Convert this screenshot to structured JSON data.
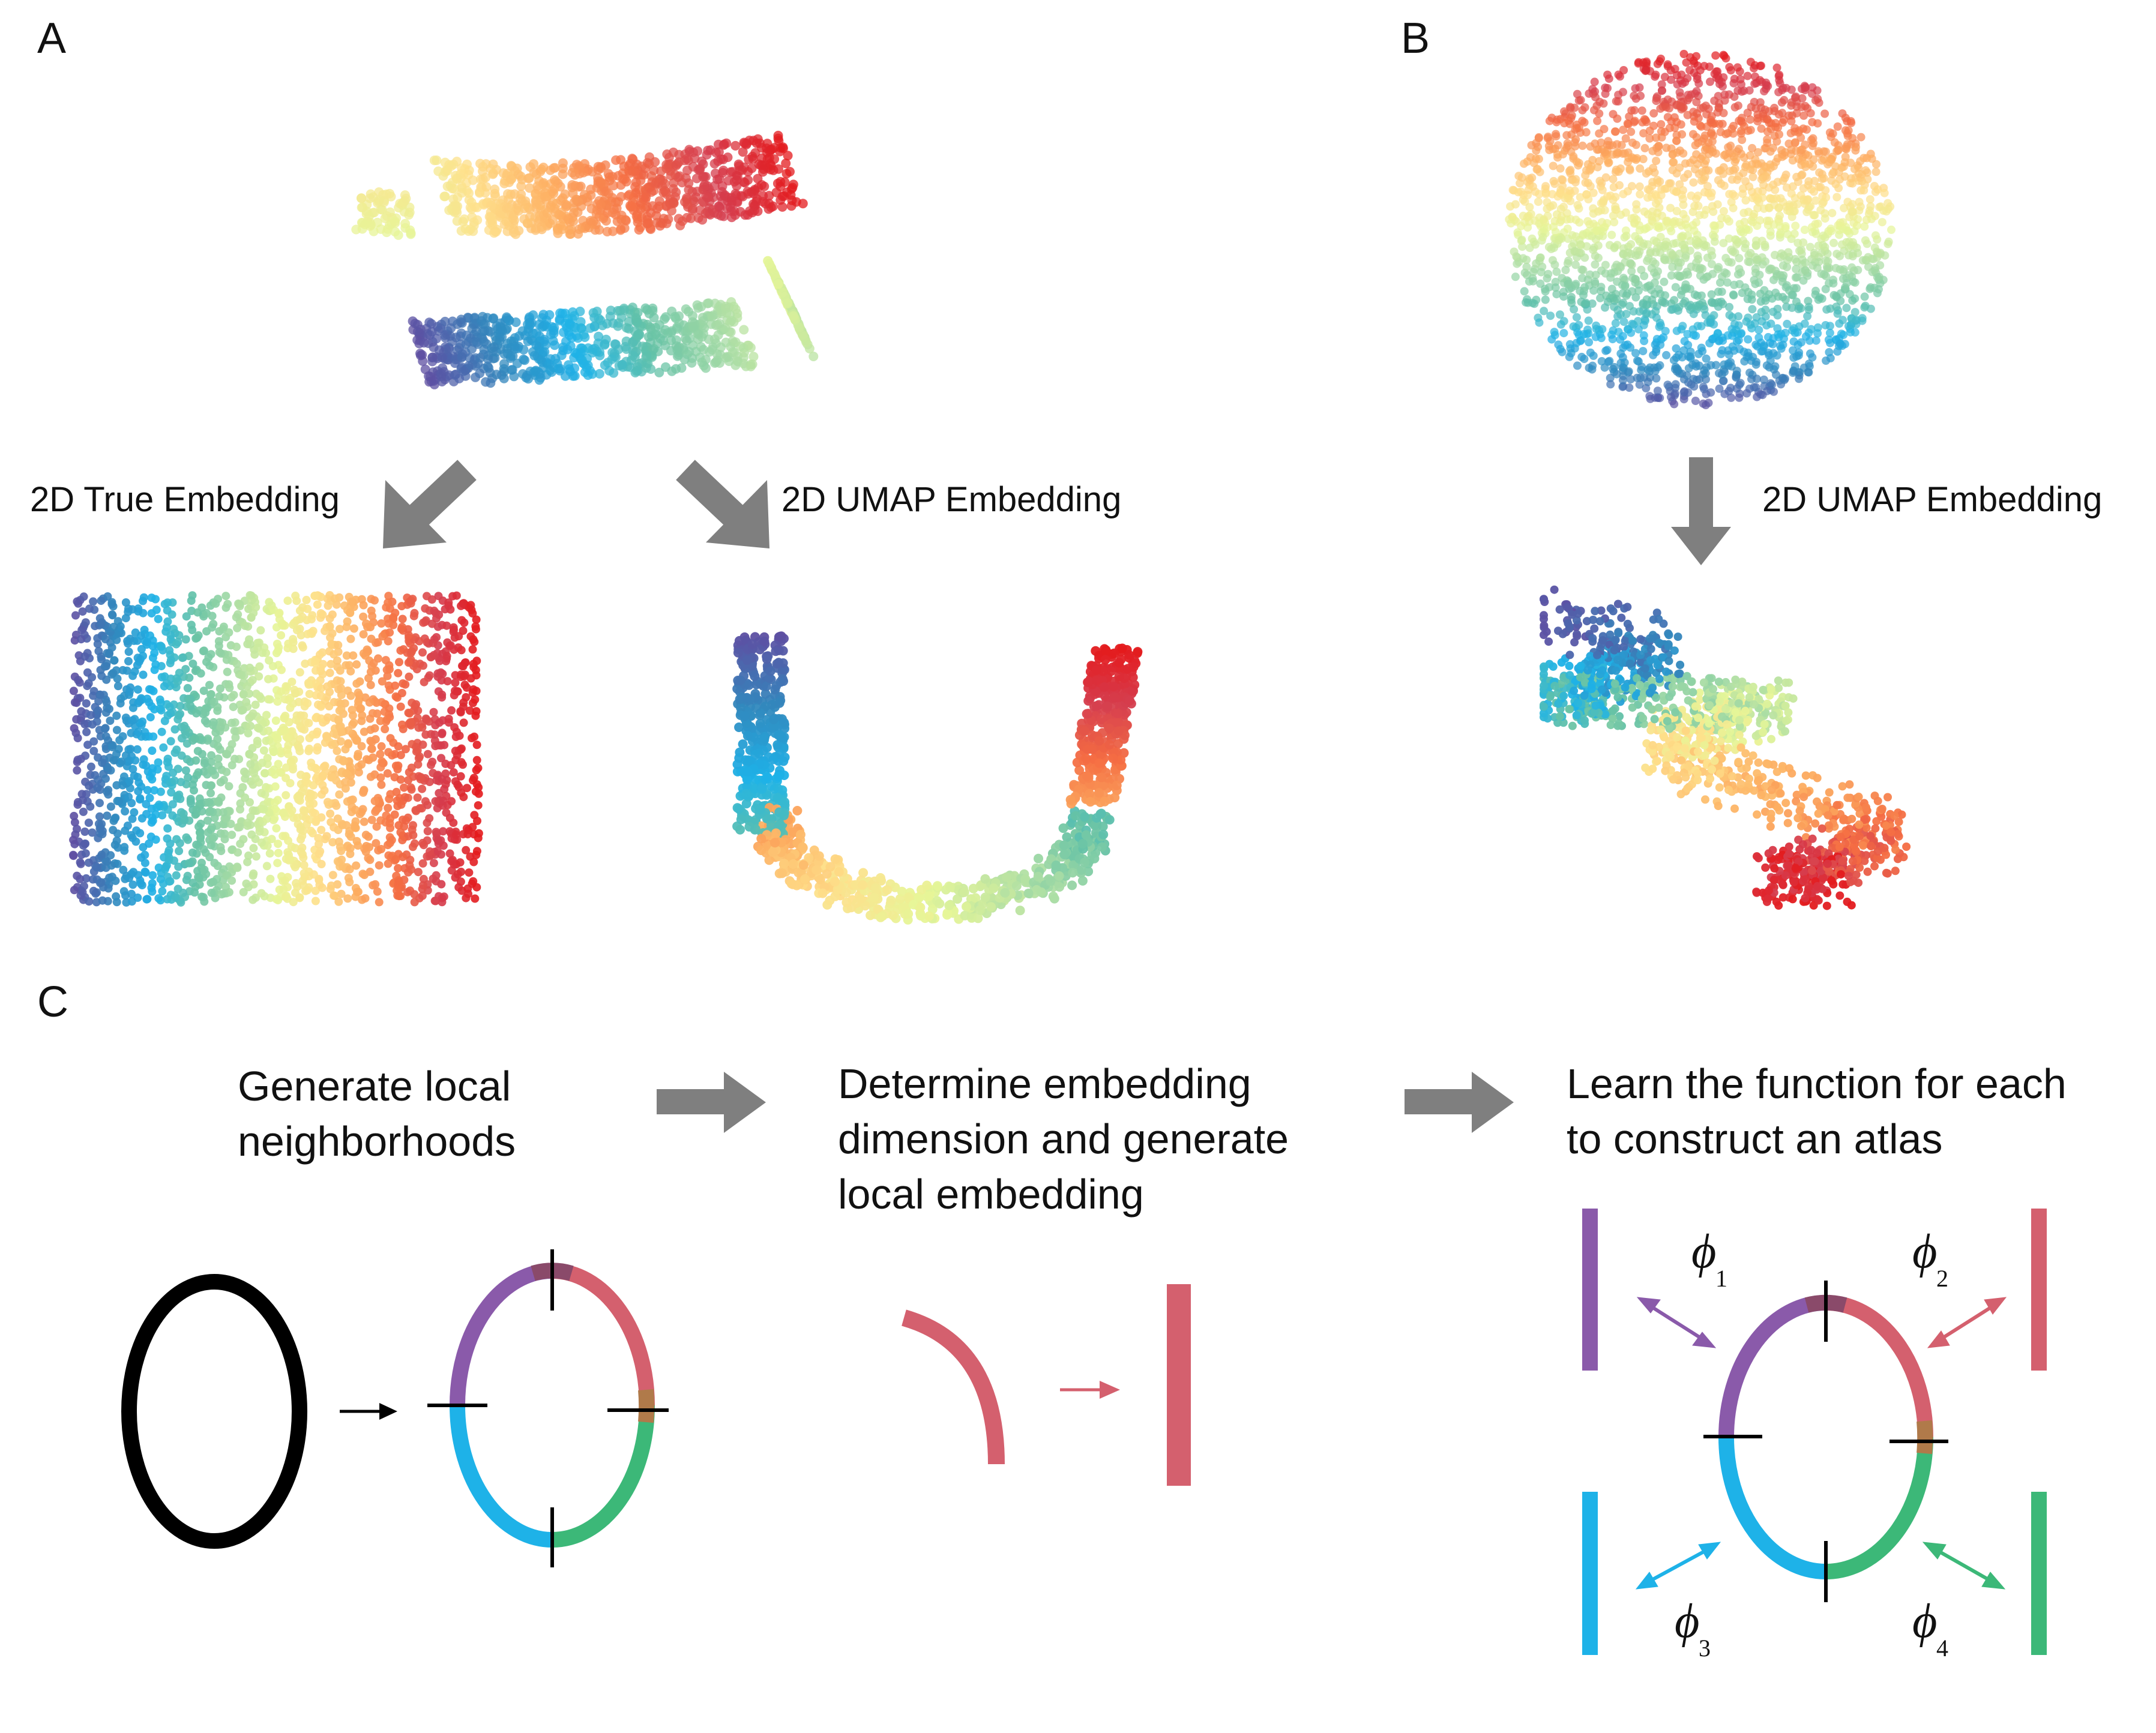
{
  "panels": {
    "a": {
      "label": "A",
      "true_caption": "2D True Embedding",
      "umap_caption": "2D UMAP Embedding"
    },
    "b": {
      "label": "B",
      "umap_caption": "2D UMAP Embedding"
    },
    "c": {
      "label": "C",
      "step1": [
        "Generate local",
        "neighborhoods"
      ],
      "step2": [
        "Determine embedding",
        "dimension and generate",
        "local embedding"
      ],
      "step3": [
        "Learn the function for each",
        "to construct an atlas"
      ]
    }
  },
  "maps": [
    {
      "symbol": "ϕ",
      "index": "1",
      "color": "#8a5aaa"
    },
    {
      "symbol": "ϕ",
      "index": "2",
      "color": "#d4606e"
    },
    {
      "symbol": "ϕ",
      "index": "3",
      "color": "#1eb2e8"
    },
    {
      "symbol": "ϕ",
      "index": "4",
      "color": "#3cb878"
    }
  ],
  "colors": {
    "arrow": "#7f7f7f",
    "chart_colormap": [
      "#5e4fa2",
      "#3288bd",
      "#1eb2e8",
      "#66c2a5",
      "#abdda4",
      "#e6f598",
      "#fee08b",
      "#fdae61",
      "#f46d43",
      "#d53e4f",
      "#e41a1c"
    ],
    "purple": "#8a5aaa",
    "pink": "#d4606e",
    "blue": "#1eb2e8",
    "green": "#3cb878",
    "overlap": "#b07a4a"
  }
}
